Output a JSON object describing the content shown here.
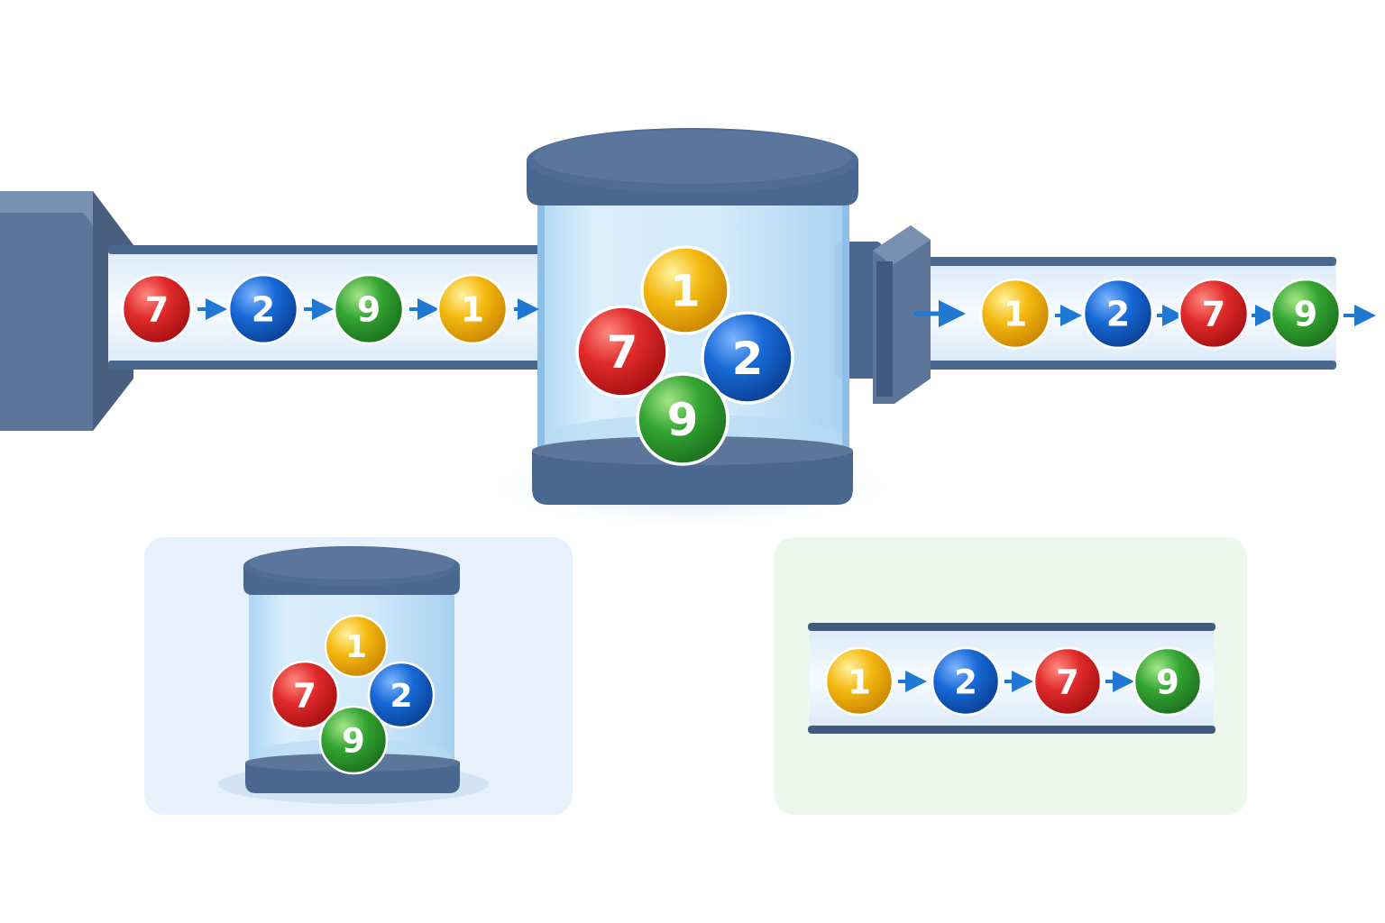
{
  "colors": {
    "background": "#ffffff",
    "steel": "#4f6c93",
    "steel_dark": "#3f5a7e",
    "glass": "#c9e6fa",
    "tube_fill": "#eef6fd",
    "arrow": "#1f78d1",
    "panel_left": "#e6f1fc",
    "panel_right": "#ecf7ee",
    "ball_red": "#e02a2a",
    "ball_blue": "#1769d6",
    "ball_green": "#33a532",
    "ball_yellow": "#f4b911"
  },
  "input_stream": {
    "balls": [
      {
        "label": "7",
        "color": "red"
      },
      {
        "label": "2",
        "color": "blue"
      },
      {
        "label": "9",
        "color": "green"
      },
      {
        "label": "1",
        "color": "yellow"
      }
    ]
  },
  "sorter_container": {
    "balls": [
      {
        "label": "1",
        "color": "yellow"
      },
      {
        "label": "7",
        "color": "red"
      },
      {
        "label": "2",
        "color": "blue"
      },
      {
        "label": "9",
        "color": "green"
      }
    ]
  },
  "output_stream": {
    "balls": [
      {
        "label": "1",
        "color": "yellow"
      },
      {
        "label": "2",
        "color": "blue"
      },
      {
        "label": "7",
        "color": "red"
      },
      {
        "label": "9",
        "color": "green"
      }
    ]
  },
  "legend_container": {
    "balls": [
      {
        "label": "1",
        "color": "yellow"
      },
      {
        "label": "7",
        "color": "red"
      },
      {
        "label": "2",
        "color": "blue"
      },
      {
        "label": "9",
        "color": "green"
      }
    ]
  },
  "legend_stream": {
    "balls": [
      {
        "label": "1",
        "color": "yellow"
      },
      {
        "label": "2",
        "color": "blue"
      },
      {
        "label": "7",
        "color": "red"
      },
      {
        "label": "9",
        "color": "green"
      }
    ]
  }
}
